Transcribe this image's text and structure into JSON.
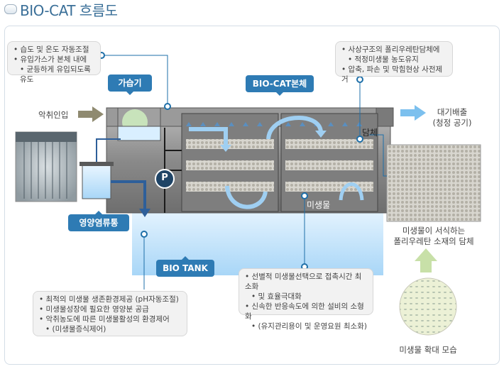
{
  "title": "BIO-CAT 흐름도",
  "tags": {
    "humidifier": "가습기",
    "main_body": "BIO-CAT본체",
    "nutrient": "영양염류통",
    "tank": "BIO TANK",
    "pump": "P"
  },
  "labels": {
    "odor_in": "악취인입",
    "exhaust": [
      "대기배출",
      "(청정 공기)"
    ],
    "carrier": "담체",
    "microbe": "미생물",
    "carrier_photo_caption": [
      "미생물이 서식하는",
      "폴리우레탄 소재의 담체"
    ],
    "microbe_photo_caption": "미생물 확대 모습"
  },
  "notes": {
    "humidity": [
      "습도 및 온도 자동조절",
      "유입가스가 본체 내에",
      "균등하게 유입되도록 유도"
    ],
    "carrier": [
      "사상구조의 폴리우레탄담체에",
      "적정미생물 농도유지",
      "압축, 파손 및 막힘현상 사전제거"
    ],
    "tank": [
      "최적의 미생물 생존환경제공 (pH자동조절)",
      "미생물성장에 필요한 영양분 공급",
      "악취농도에 따른 미생물활성의 환경제어",
      "(미생물증식제어)"
    ],
    "microbe": [
      "선별적 미생물선택으로 접촉시간 최소화",
      "및 효율극대화",
      "신속한 반응속도에 의한 설비의 소형화",
      "(유지관리용이 및 운영요원 최소화)"
    ]
  },
  "colors": {
    "accent": "#2e7bb4",
    "water": "#c9e6fb",
    "line": "#1e6fa8"
  }
}
